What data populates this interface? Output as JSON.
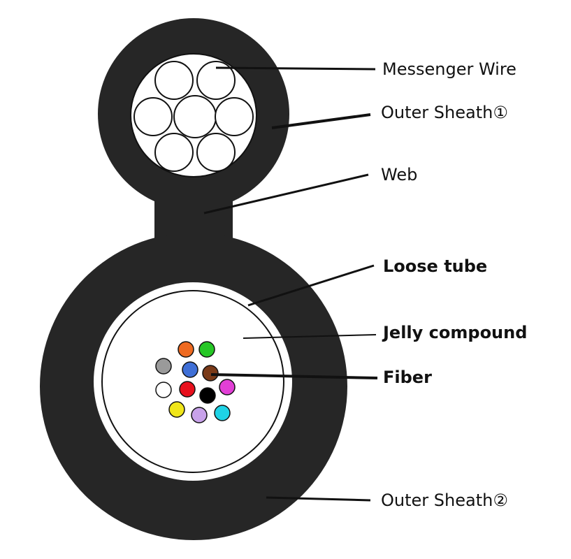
{
  "labels": {
    "messenger_wire": "Messenger Wire",
    "outer_sheath_1": "Outer Sheath①",
    "web": "Web",
    "loose_tube": "Loose tube",
    "jelly_compound": "Jelly compound",
    "fiber": "Fiber",
    "outer_sheath_2": "Outer Sheath②"
  },
  "colors": {
    "sheath": "#262626",
    "background": "#ffffff",
    "fibers": [
      "#ee6a21",
      "#26c726",
      "#9a9a9a",
      "#3f6fd6",
      "#7a3a18",
      "#ffffff",
      "#e8101d",
      "#000000",
      "#e23fd6",
      "#f0e61a",
      "#c8a2ea",
      "#1fd3e6"
    ]
  }
}
